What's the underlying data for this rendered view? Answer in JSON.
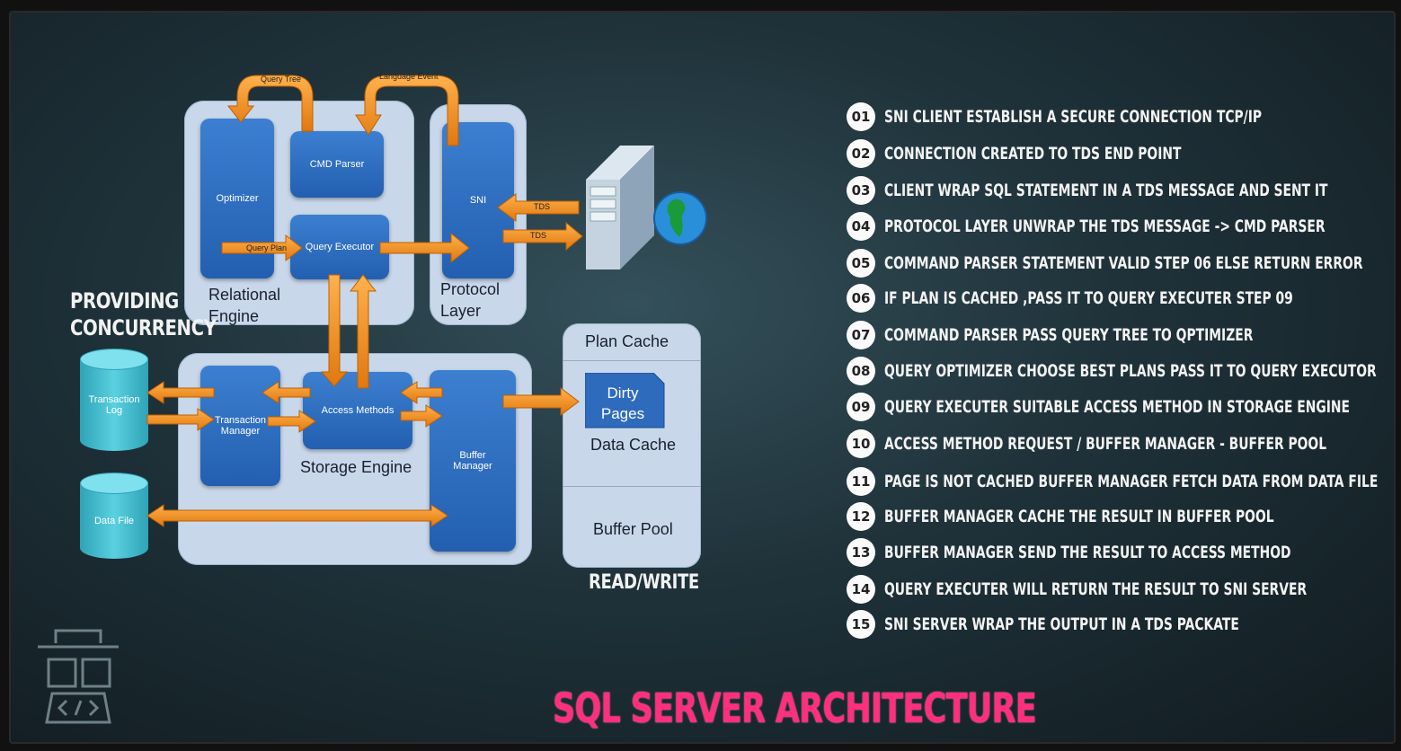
{
  "title": "SQL SERVER ARCHITECTURE",
  "side_labels": {
    "concurrency_line1": "PROVIDING",
    "concurrency_line2": "CONCURRENCY",
    "read_write": "READ/WRITE"
  },
  "diagram": {
    "relational_engine_line1": "Relational",
    "relational_engine_line2": "Engine",
    "protocol_layer_line1": "Protocol",
    "protocol_layer_line2": "Layer",
    "storage_engine": "Storage Engine",
    "optimizer": "Optimizer",
    "cmd_parser": "CMD Parser",
    "query_executor": "Query Executor",
    "sni": "SNI",
    "transaction_manager": "Transaction Manager",
    "access_methods": "Access Methods",
    "buffer_manager": "Buffer Manager",
    "transaction_log": "Transaction Log",
    "data_file": "Data File",
    "plan_cache": "Plan Cache",
    "dirty_pages_line1": "Dirty",
    "dirty_pages_line2": "Pages",
    "data_cache": "Data Cache",
    "buffer_pool": "Buffer Pool",
    "arrow_query_tree": "Query Tree",
    "arrow_language_event": "Language Event",
    "arrow_query_plan": "Query Plan",
    "arrow_tds_in": "TDS",
    "arrow_tds_out": "TDS"
  },
  "steps": [
    {
      "num": "01",
      "text": "SNI CLIENT  ESTABLISH A SECURE CONNECTION TCP/IP"
    },
    {
      "num": "02",
      "text": "CONNECTION CREATED TO TDS END POINT"
    },
    {
      "num": "03",
      "text": "CLIENT WRAP SQL STATEMENT IN A TDS MESSAGE AND SENT IT"
    },
    {
      "num": "04",
      "text": "PROTOCOL LAYER UNWRAP THE TDS MESSAGE -> CMD PARSER"
    },
    {
      "num": "05",
      "text": "COMMAND PARSER STATEMENT VALID STEP 06 ELSE RETURN ERROR"
    },
    {
      "num": "06",
      "text": "IF PLAN IS CACHED ,PASS IT TO QUERY EXECUTER STEP 09"
    },
    {
      "num": "07",
      "text": "COMMAND PARSER PASS QUERY TREE TO QPTIMIZER"
    },
    {
      "num": "08",
      "text": "QUERY OPTIMIZER CHOOSE BEST PLANS  PASS IT TO QUERY EXECUTOR"
    },
    {
      "num": "09",
      "text": "QUERY EXECUTER SUITABLE ACCESS METHOD IN STORAGE ENGINE"
    },
    {
      "num": "10",
      "text": "ACCESS METHOD REQUEST / BUFFER MANAGER - BUFFER POOL"
    },
    {
      "num": "11",
      "text": "PAGE IS NOT CACHED  BUFFER MANAGER FETCH DATA FROM DATA FILE"
    },
    {
      "num": "12",
      "text": "BUFFER MANAGER CACHE THE RESULT IN BUFFER POOL"
    },
    {
      "num": "13",
      "text": "BUFFER MANAGER SEND THE RESULT TO ACCESS METHOD"
    },
    {
      "num": "14",
      "text": "QUERY EXECUTER WILL RETURN THE RESULT TO SNI SERVER"
    },
    {
      "num": "15",
      "text": "SNI SERVER WRAP THE OUTPUT IN A TDS PACKATE"
    }
  ]
}
